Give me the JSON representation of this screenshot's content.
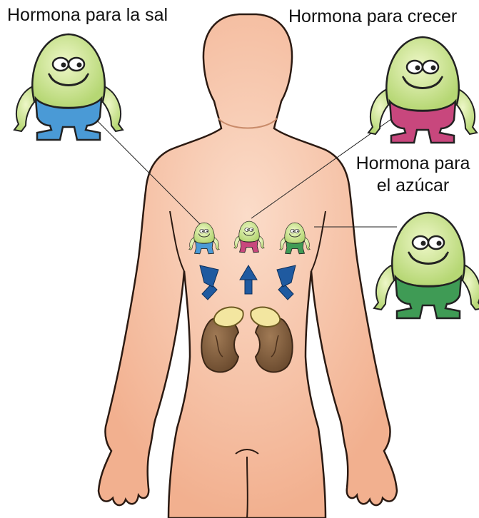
{
  "labels": {
    "salt": "Hormona para la sal",
    "grow": "Hormona para crecer",
    "sugar_line1": "Hormona para",
    "sugar_line2": "el azúcar"
  },
  "colors": {
    "skin": "#f6c3a6",
    "skin_outline": "#2b1a12",
    "head_green": "#cfe79a",
    "salt_hormone": "#4a9ad6",
    "grow_hormone": "#c8477d",
    "sugar_hormone": "#3f9b55",
    "kidney": "#7a5638",
    "adrenal": "#f3e6a0",
    "arrow": "#1f5aa0"
  },
  "icons": [
    "salt-hormone-character",
    "growth-hormone-character",
    "sugar-hormone-character",
    "kidney-icon",
    "adrenal-gland-icon",
    "up-arrow-icon"
  ]
}
